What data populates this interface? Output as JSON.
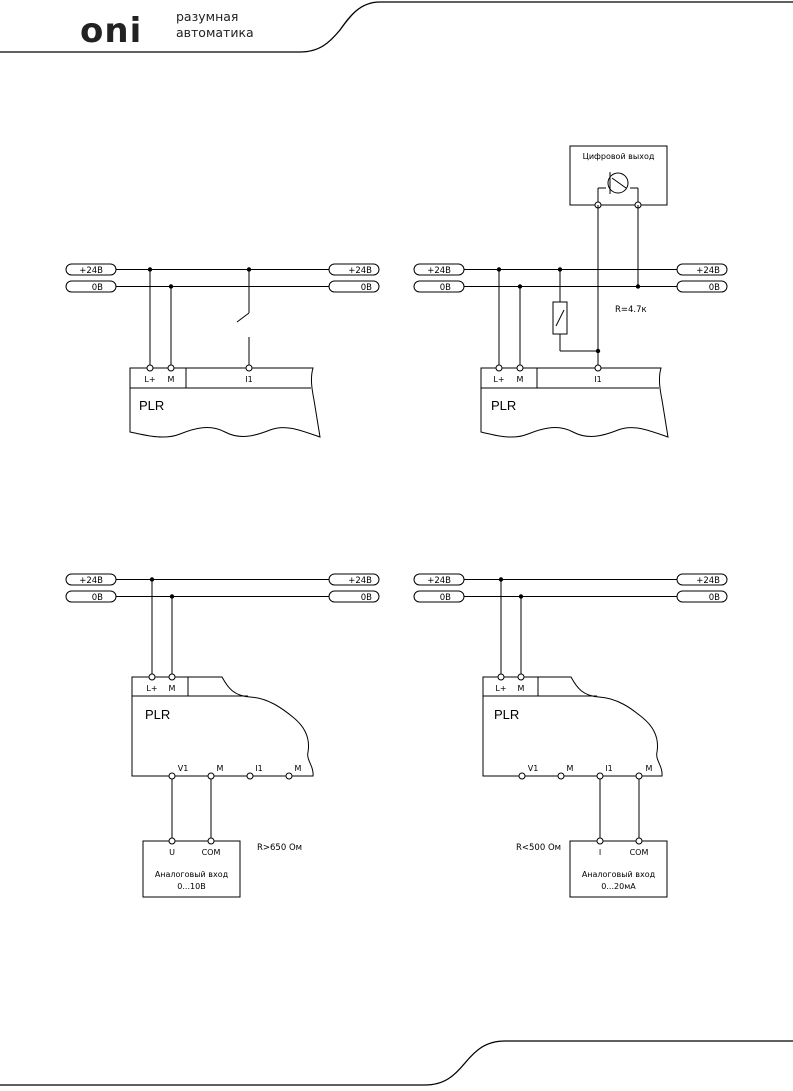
{
  "header": {
    "logo": "oni",
    "tagline_1": "разумная",
    "tagline_2": "автоматика"
  },
  "diagrams": {
    "d1": {
      "bus_plus": "+24В",
      "bus_zero": "0В",
      "t_lplus": "L+",
      "t_m": "M",
      "t_i1": "I1",
      "device": "PLR"
    },
    "d2": {
      "bus_plus": "+24В",
      "bus_zero": "0В",
      "t_lplus": "L+",
      "t_m": "M",
      "t_i1": "I1",
      "device": "PLR",
      "output_title": "Цифровой выход",
      "resistor": "R=4.7к"
    },
    "d3": {
      "bus_plus": "+24В",
      "bus_zero": "0В",
      "t_lplus": "L+",
      "t_m": "M",
      "device": "PLR",
      "t_v1": "V1",
      "t_m2": "M",
      "t_i1": "I1",
      "t_m3": "M",
      "t_u": "U",
      "t_com": "COM",
      "input_line1": "Аналоговый вход",
      "input_line2": "0...10В",
      "resistor": "R>650 Ом"
    },
    "d4": {
      "bus_plus": "+24В",
      "bus_zero": "0В",
      "t_lplus": "L+",
      "t_m": "M",
      "device": "PLR",
      "t_v1": "V1",
      "t_m2": "M",
      "t_i1": "I1",
      "t_m3": "M",
      "t_i": "I",
      "t_com": "COM",
      "input_line1": "Аналоговый вход",
      "input_line2": "0...20мА",
      "resistor": "R<500 Ом"
    }
  }
}
